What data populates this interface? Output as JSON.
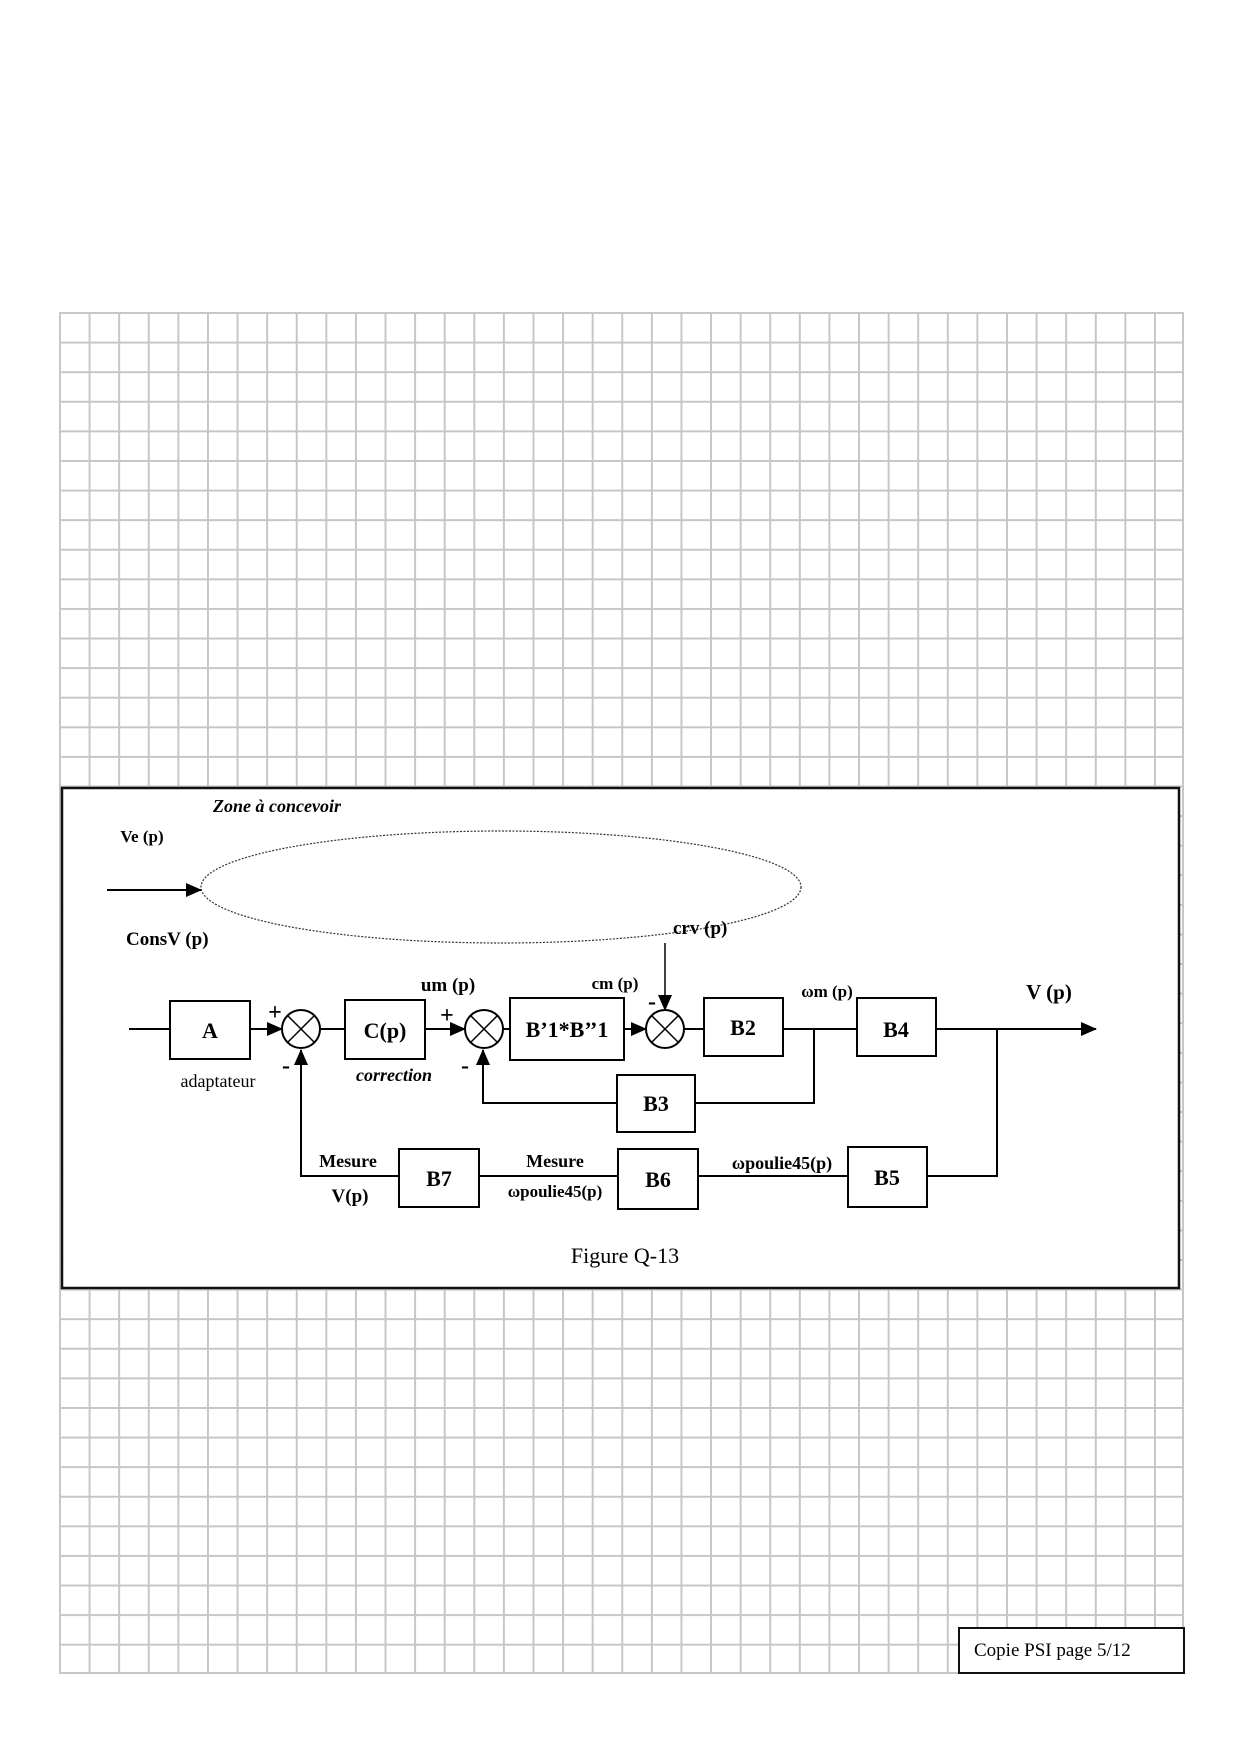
{
  "figure": {
    "zone_label": "Zone à concevoir",
    "input_ve": "Ve (p)",
    "input_consv": "ConsV (p)",
    "block_a": "A",
    "block_a_caption": "adaptateur",
    "block_c": "C(p)",
    "block_c_caption": "correction",
    "signal_um": "um (p)",
    "block_b1": "B’1*B’’1",
    "signal_cm": "cm (p)",
    "signal_crv": "crv (p)",
    "block_b2": "B2",
    "signal_wm": "ωm (p)",
    "block_b4": "B4",
    "signal_v": "V (p)",
    "block_b3": "B3",
    "block_b5": "B5",
    "signal_wpoulie": "ωpoulie45(p)",
    "block_b6": "B6",
    "mesure_wpoulie_line1": "Mesure",
    "mesure_wpoulie_line2": "ωpoulie45(p)",
    "block_b7": "B7",
    "mesure_v_line1": "Mesure",
    "mesure_v_line2": "V(p)",
    "plus": "+",
    "minus": "-",
    "caption": "Figure Q-13"
  },
  "footer": {
    "page_label": "Copie PSI page 5/12"
  }
}
